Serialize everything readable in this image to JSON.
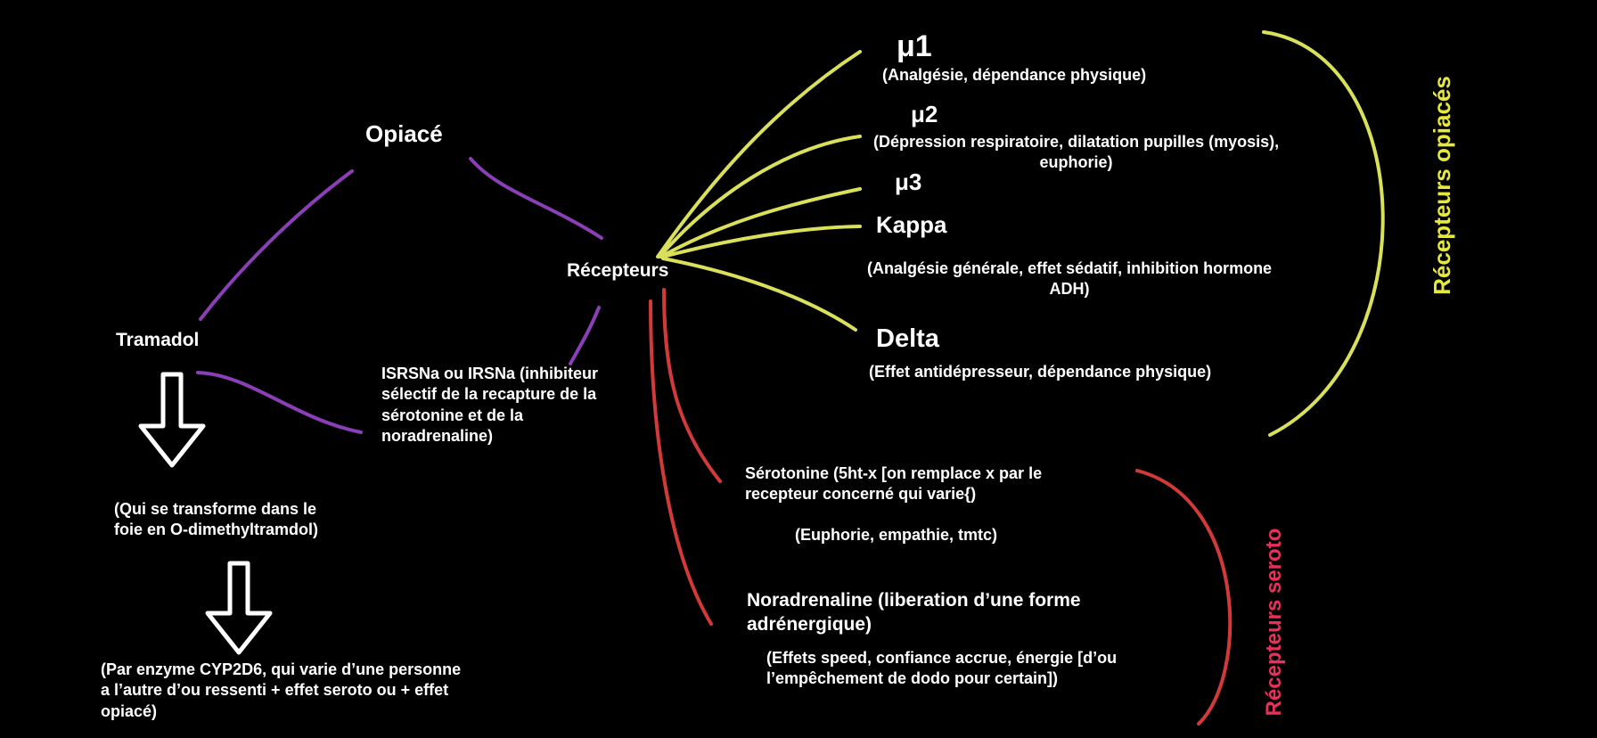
{
  "nodes": {
    "opiace": "Opiacé",
    "tramadol": "Tramadol",
    "recepteurs": "Récepteurs",
    "isrsna": [
      "ISRSNa ou IRSNa (inhibiteur",
      "sélectif de la recapture de la",
      "sérotonine et de la",
      "noradrenaline)"
    ],
    "transform": [
      "(Qui se transforme dans le",
      "foie en O-dimethyltramdol)"
    ],
    "enzyme": [
      "(Par enzyme CYP2D6, qui varie d’une personne",
      "a l’autre d’ou ressenti + effet seroto ou + effet",
      "opiacé)"
    ]
  },
  "opioid_receptors": {
    "mu1": "μ1",
    "mu1_desc": "(Analgésie, dépendance physique)",
    "mu2": "μ2",
    "mu2_desc": [
      "(Dépression respiratoire, dilatation pupilles (myosis),",
      "euphorie)"
    ],
    "mu3": "μ3",
    "kappa": "Kappa",
    "kappa_desc": [
      "(Analgésie générale, effet sédatif, inhibition hormone",
      "ADH)"
    ],
    "delta": "Delta",
    "delta_desc": "(Effet antidépresseur, dépendance physique)"
  },
  "serotonin_receptors": {
    "serotonine": [
      "Sérotonine (5ht-x [on remplace x par le",
      "recepteur concerné qui varie{)"
    ],
    "serotonine_desc": "(Euphorie, empathie, tmtc)",
    "noradrenaline": [
      "Noradrenaline (liberation d’une forme",
      "adrénergique)"
    ],
    "noradrenaline_desc": [
      "(Effets speed, confiance accrue, énergie [d’ou",
      "l’empêchement de dodo pour certain])"
    ]
  },
  "group_labels": {
    "opiaces": "Récepteurs opiacés",
    "seroto": "Récepteurs seroto"
  },
  "colors": {
    "purple": "#8a3fb8",
    "yellow": "#dbe05a",
    "red": "#d23a3a",
    "label_yellow": "#e6e83c",
    "label_red": "#e8305a",
    "arrow": "#ffffff"
  }
}
